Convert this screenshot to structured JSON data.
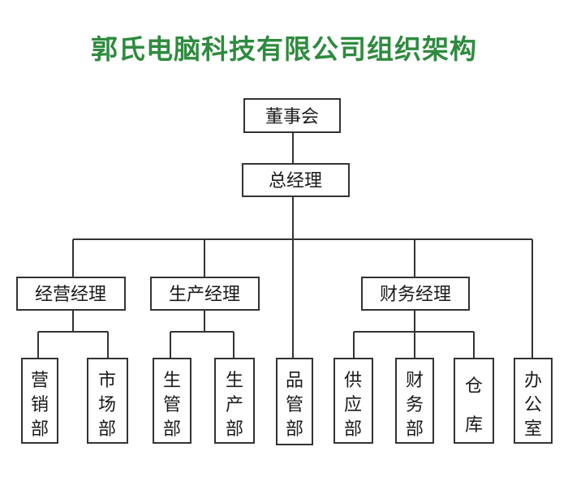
{
  "title": "郭氏电脑科技有限公司组织架构",
  "colors": {
    "title": "#2e8b3e",
    "line": "#333333",
    "box_fill": "#ffffff"
  },
  "nodes": {
    "board": "董事会",
    "ceo": "总经理",
    "mgr_business": "经营经理",
    "mgr_production": "生产经理",
    "mgr_finance": "财务经理",
    "dept_sales": "营销部",
    "dept_market": "市场部",
    "dept_production_mgmt": "生管部",
    "dept_production": "生产部",
    "dept_quality": "品管部",
    "dept_supply": "供应部",
    "dept_finance": "财务部",
    "dept_warehouse": "仓库",
    "dept_office": "办公室"
  }
}
